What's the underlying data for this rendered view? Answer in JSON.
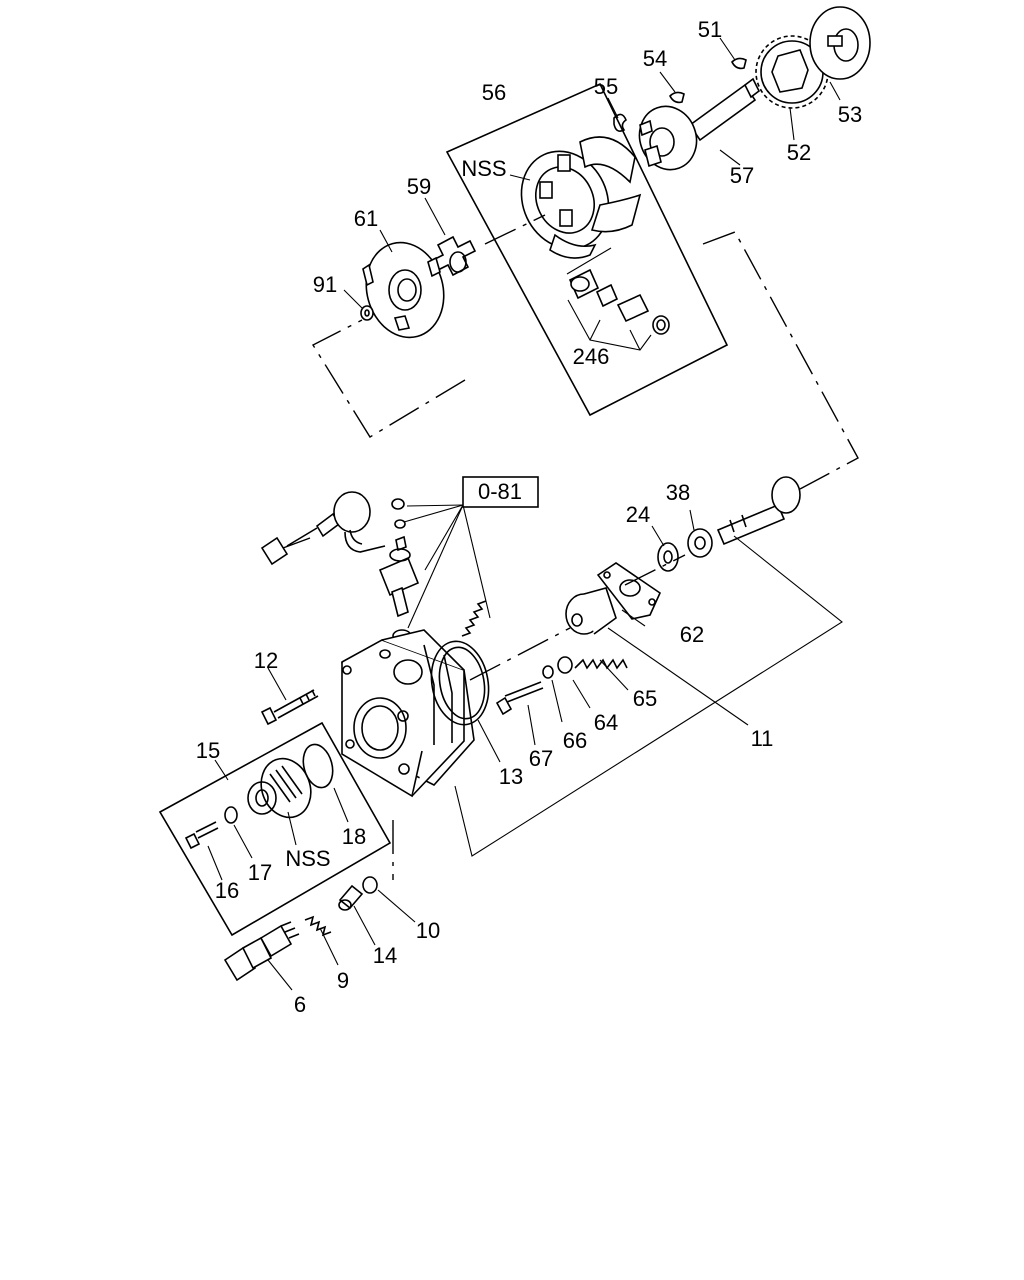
{
  "reference_box": "0-81",
  "labels": {
    "p51": "51",
    "p54": "54",
    "p55": "55",
    "p56": "56",
    "p53": "53",
    "p52": "52",
    "p57": "57",
    "nss_top": "NSS",
    "p59": "59",
    "p61": "61",
    "p91": "91",
    "p246": "246",
    "p38": "38",
    "p24": "24",
    "p62": "62",
    "p12": "12",
    "p65": "65",
    "p64": "64",
    "p66": "66",
    "p11": "11",
    "p67": "67",
    "p13": "13",
    "p15": "15",
    "p18": "18",
    "p17": "17",
    "nss_bottom": "NSS",
    "p16": "16",
    "p10": "10",
    "p14": "14",
    "p9": "9",
    "p6": "6"
  }
}
